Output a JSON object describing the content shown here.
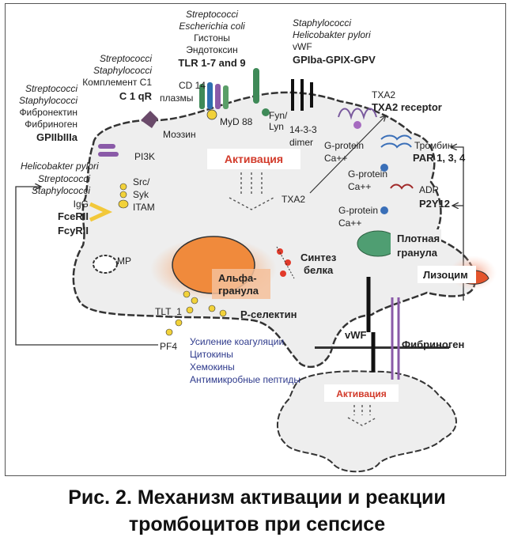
{
  "caption": {
    "line1": "Рис. 2. Механизм активации и реакции",
    "line2": "тромбоцитов при сепсисе"
  },
  "labels": {
    "tlr_group": {
      "line1": "Streptococci",
      "line2": "Escherichia coli",
      "line3": "Гистоны",
      "line4": "Эндотоксин",
      "name": "TLR 1-7 and 9"
    },
    "gp1b_group": {
      "line1": "Staphylococci",
      "line2": "Helicobakter pylori",
      "line3": "vWF",
      "name": "GPIba-GPIX-GPV"
    },
    "c1q_group": {
      "line1": "Streptococci",
      "line2": "Staphylococci",
      "line3": "Комплемент С1",
      "name": "C 1 qR"
    },
    "gp2b_group": {
      "line1": "Streptococci",
      "line2": "Staphylococci",
      "line3": "Фибронектин",
      "line4": "Фибриноген",
      "name": "GPIIbIIIa"
    },
    "fc_group": {
      "line1": "Helicobakter pylori",
      "line2": "Streptococci",
      "line3": "Staphylococci",
      "igg": "IgG",
      "name1": "FceRII",
      "name2": "FcyRII"
    },
    "cd14": "CD 14",
    "plasmy": "плазмы",
    "myd88": "MyD 88",
    "moezin": "Моэзин",
    "pi3k": "PI3K",
    "src": "Src/",
    "syk": "Syk",
    "itam": "ITAM",
    "mp": "MP",
    "fyn": "Fyn/",
    "lyn": "Lyn",
    "dimer1": "14-3-3",
    "dimer2": "dimer",
    "txa2_top": "TXA2",
    "txa2_receptor": "TXA2 receptor",
    "gprotein": "G-protein",
    "ca": "Ca++",
    "trombin": "Тромбин",
    "par": "PAR 1, 3, 4",
    "adp": "ADP",
    "p2y12": "P2Y12",
    "txa2_mid": "TXA2",
    "activation_main": "Активация",
    "activation_small": "Активация",
    "dense1": "Плотная",
    "dense2": "гранула",
    "lysozyme": "Лизоцим",
    "synthesis1": "Синтез",
    "synthesis2": "белка",
    "alpha1": "Альфа-",
    "alpha2": "гранула",
    "tlt1": "TLT_1",
    "pselectin": "P-селектин",
    "pf4": "PF4",
    "vwf": "vWF",
    "fibrinogen": "Фибриноген",
    "effects": [
      "Усиление коагуляции",
      "Цитокины",
      "Хемокины",
      "Антимикробные пептиды"
    ]
  },
  "colors": {
    "cell_fill": "#eeeeee",
    "alpha_granule": "#f08a3c",
    "dense_granule": "#4f9e72",
    "lysozyme": "#e4542c",
    "activation_text": "#d23a2a",
    "effects_text": "#2e3a8c",
    "receptor_purple": "#7a5a9e",
    "receptor_green": "#3f8a58",
    "yellow": "#f2d23a",
    "blue": "#3a6fb8"
  }
}
